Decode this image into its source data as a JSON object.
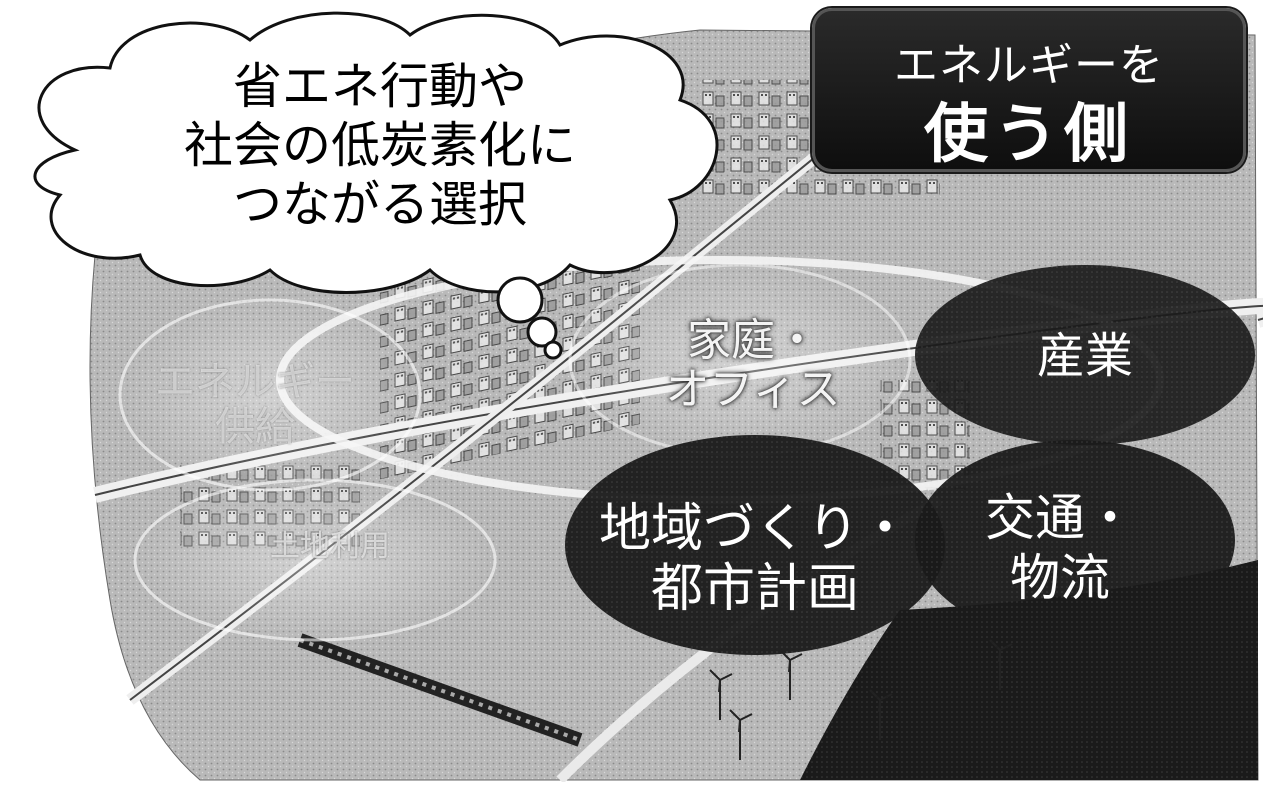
{
  "title_box": {
    "line1": "エネルギーを",
    "line2": "使う側"
  },
  "thought_bubble": {
    "lines": [
      "省エネ行動や",
      "社会の低炭素化に",
      "つながる選択"
    ]
  },
  "sectors": {
    "household_office": [
      "家庭・",
      "オフィス"
    ],
    "industry": "産業",
    "region_planning": [
      "地域づくり・",
      "都市計画"
    ],
    "transport_logistics": [
      "交通・",
      "物流"
    ],
    "energy_supply_faded": [
      "エネルギー",
      "供給"
    ],
    "land_use_faded": [
      "土地利用"
    ]
  },
  "colors": {
    "dark_region": "#111111",
    "map_gray": "#b8b8b8",
    "highlight": "#ffffff"
  }
}
